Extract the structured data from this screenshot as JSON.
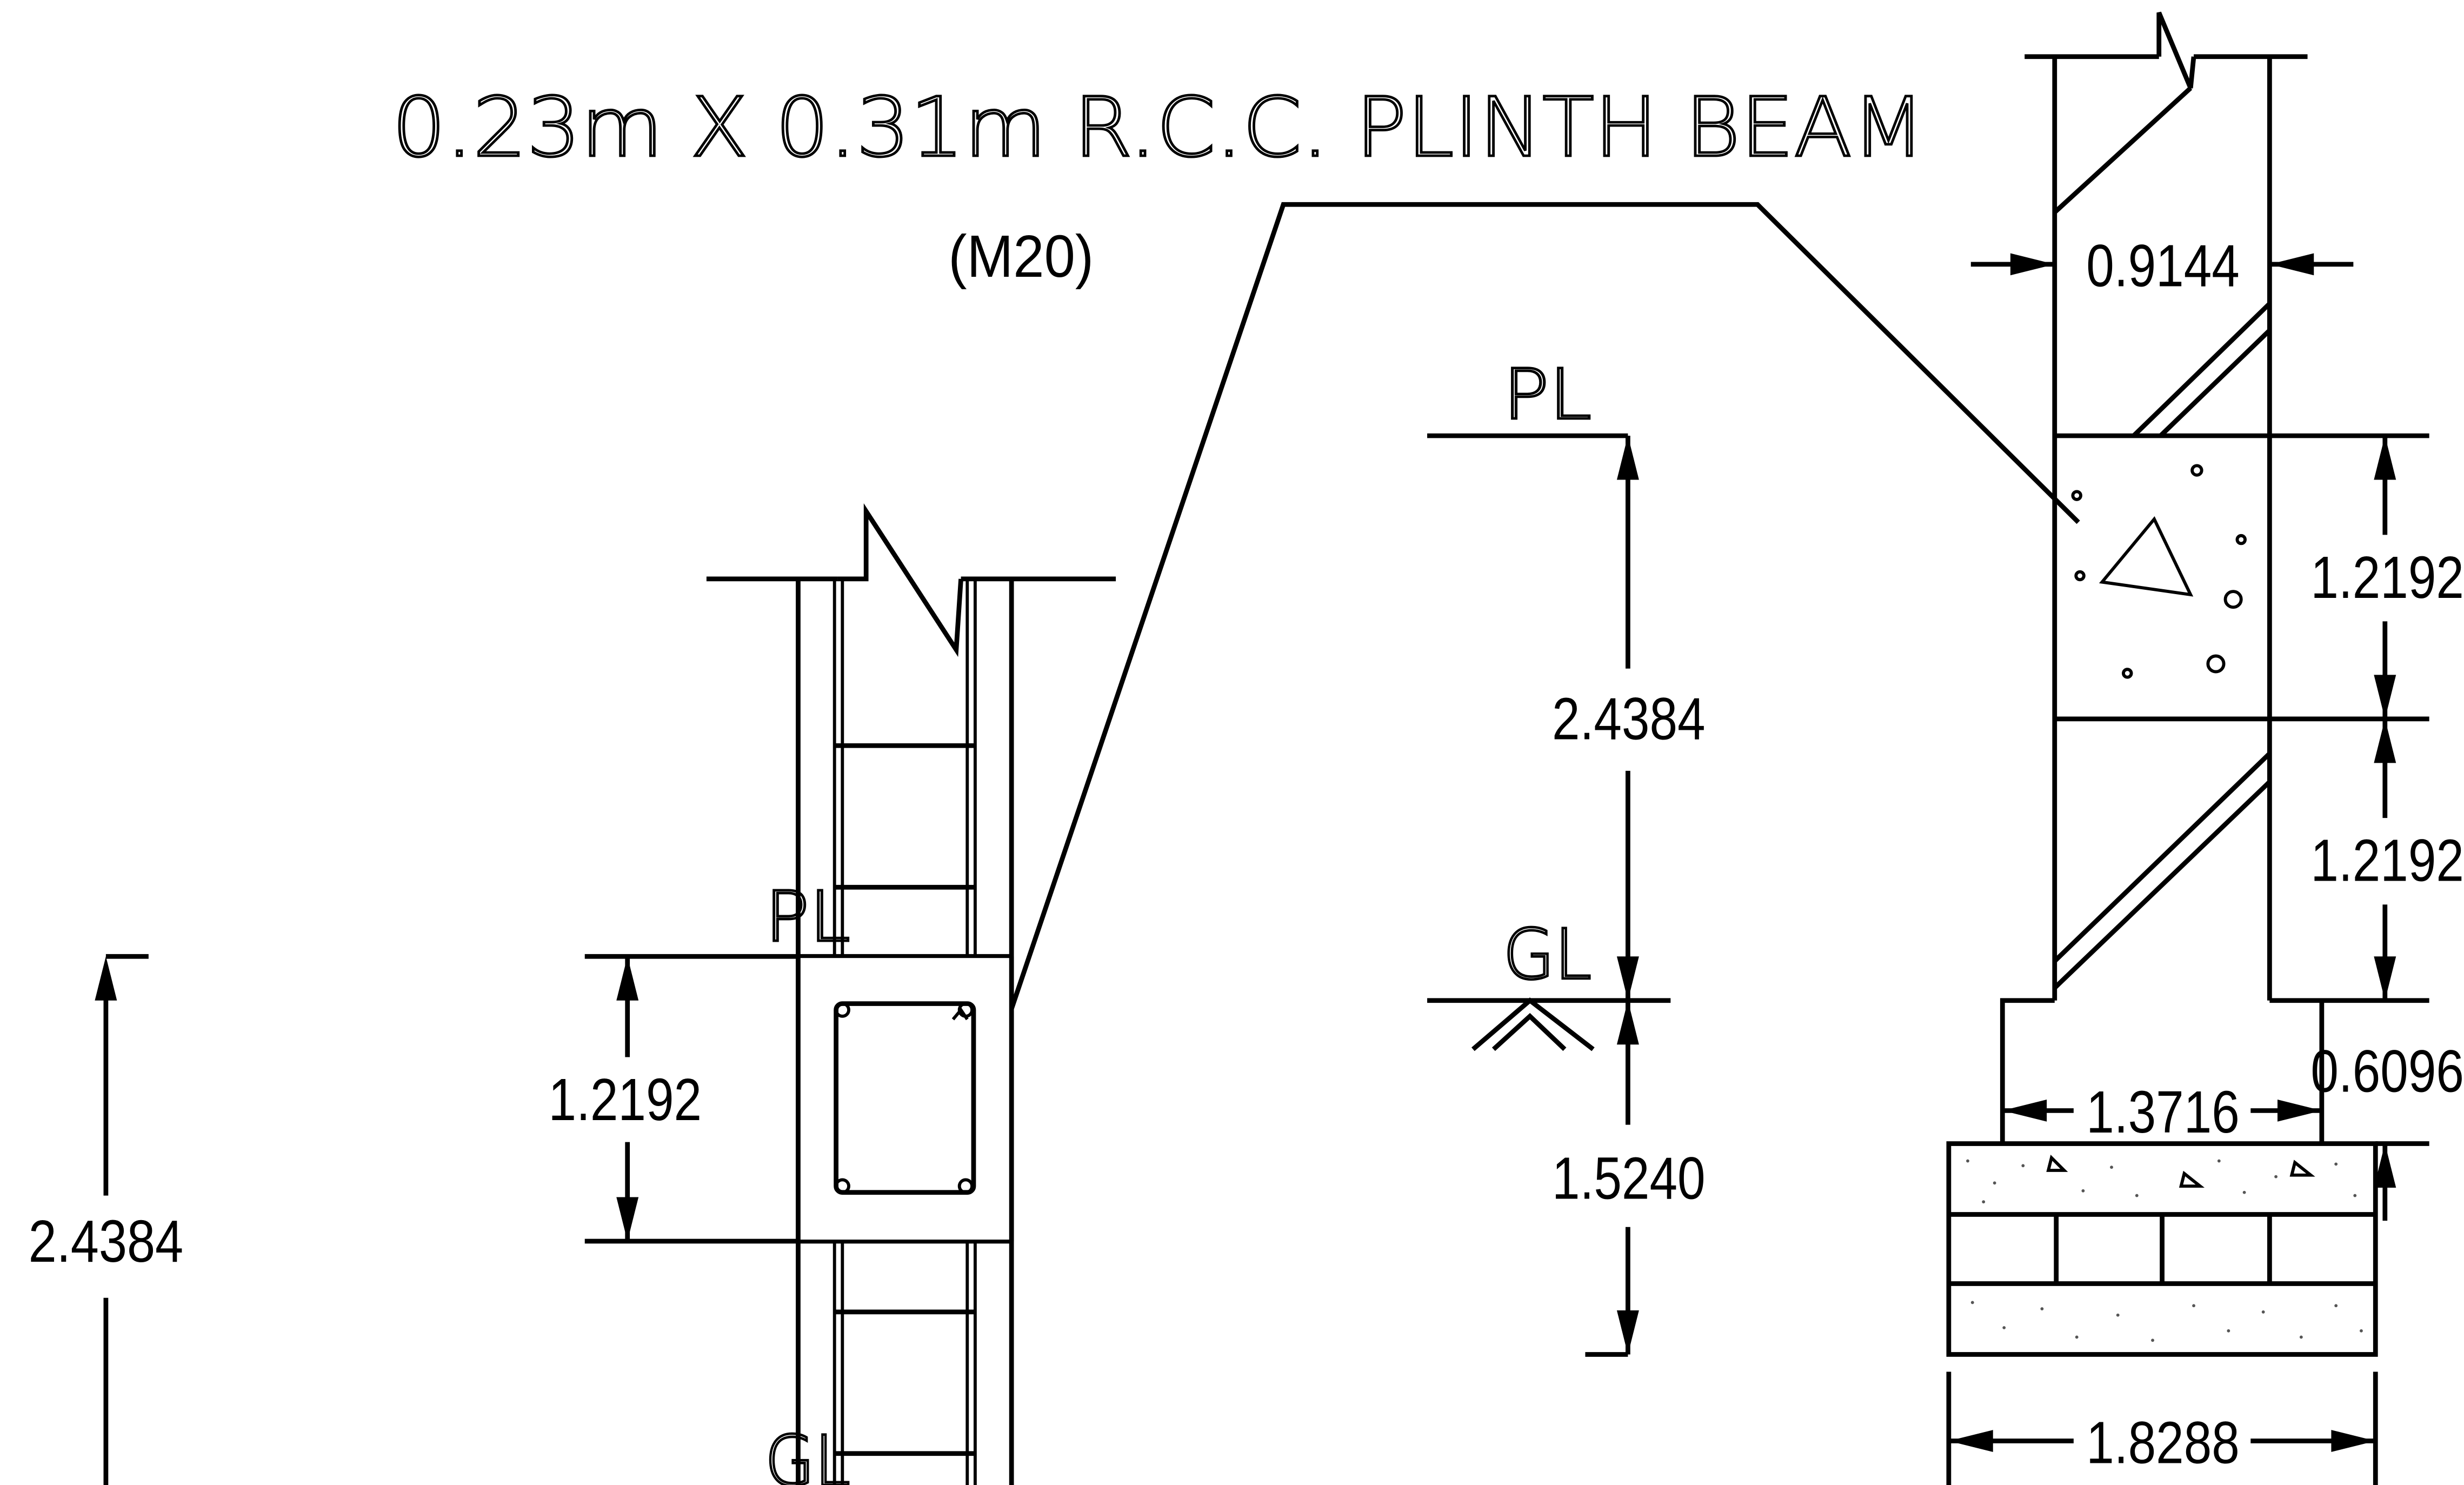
{
  "title": "0.23m  X  0.31m  R.C.C.  PLINTH  BEAM",
  "grade": "(M20)",
  "levels": {
    "pl_left": "PL",
    "gl_left": "GL",
    "pl_center": "PL",
    "gl_center": "GL"
  },
  "dimensions": {
    "left_total": "2.4384",
    "beam_depth": "1.2192",
    "pl_to_gl": "2.4384",
    "gl_to_base": "1.5240",
    "wall_thickness": "0.9144",
    "upper_step": "1.2192",
    "lower_step": "1.2192",
    "footing_width": "1.3716",
    "footing_depth": "0.6096",
    "base_width": "1.8288"
  }
}
